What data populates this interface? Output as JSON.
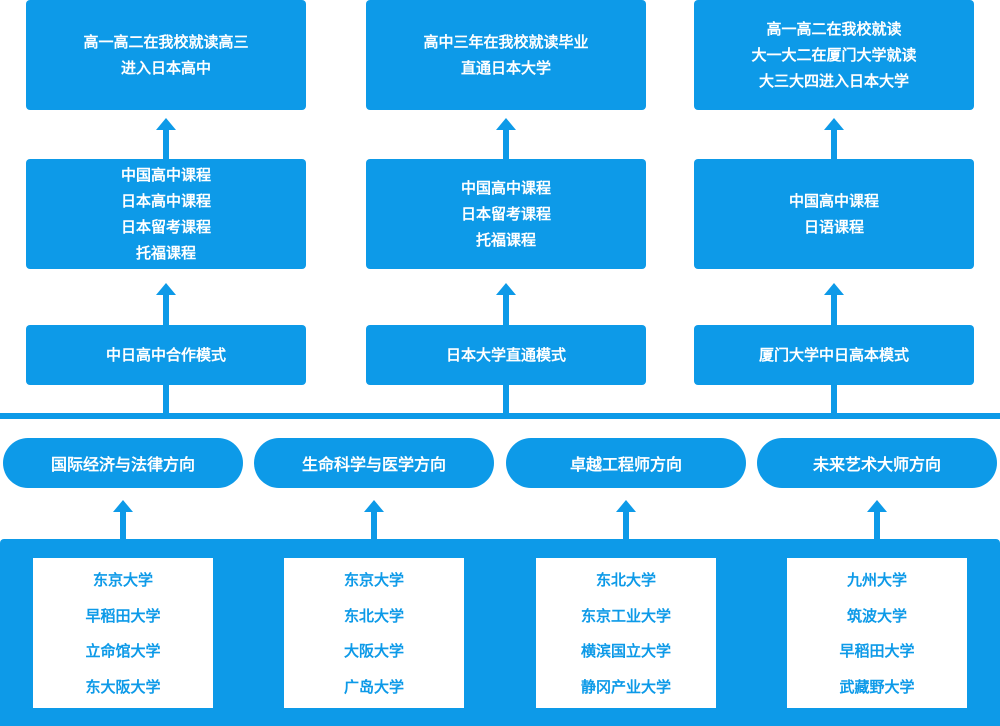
{
  "pathways": [
    {
      "outcome": [
        "高一高二在我校就读高三",
        "进入日本高中"
      ],
      "courses": [
        "中国高中课程",
        "日本高中课程",
        "日本留考课程",
        "托福课程"
      ],
      "mode": "中日高中合作模式"
    },
    {
      "outcome": [
        "高中三年在我校就读毕业",
        "直通日本大学"
      ],
      "courses": [
        "中国高中课程",
        "日本留考课程",
        "托福课程"
      ],
      "mode": "日本大学直通模式"
    },
    {
      "outcome": [
        "高一高二在我校就读",
        "大一大二在厦门大学就读",
        "大三大四进入日本大学"
      ],
      "courses": [
        "中国高中课程",
        "日语课程"
      ],
      "mode": "厦门大学中日高本模式"
    }
  ],
  "directions": [
    {
      "label": "国际经济与法律方向",
      "universities": [
        "东京大学",
        "早稻田大学",
        "立命馆大学",
        "东大阪大学"
      ]
    },
    {
      "label": "生命科学与医学方向",
      "universities": [
        "东京大学",
        "东北大学",
        "大阪大学",
        "广岛大学"
      ]
    },
    {
      "label": "卓越工程师方向",
      "universities": [
        "东北大学",
        "东京工业大学",
        "横滨国立大学",
        "静冈产业大学"
      ]
    },
    {
      "label": "未来艺术大师方向",
      "universities": [
        "九州大学",
        "筑波大学",
        "早稻田大学",
        "武藏野大学"
      ]
    }
  ],
  "colors": {
    "accent": "#0d9ae8",
    "text_on_accent": "#ffffff"
  },
  "icons": {
    "connector": "up-arrow-icon"
  }
}
